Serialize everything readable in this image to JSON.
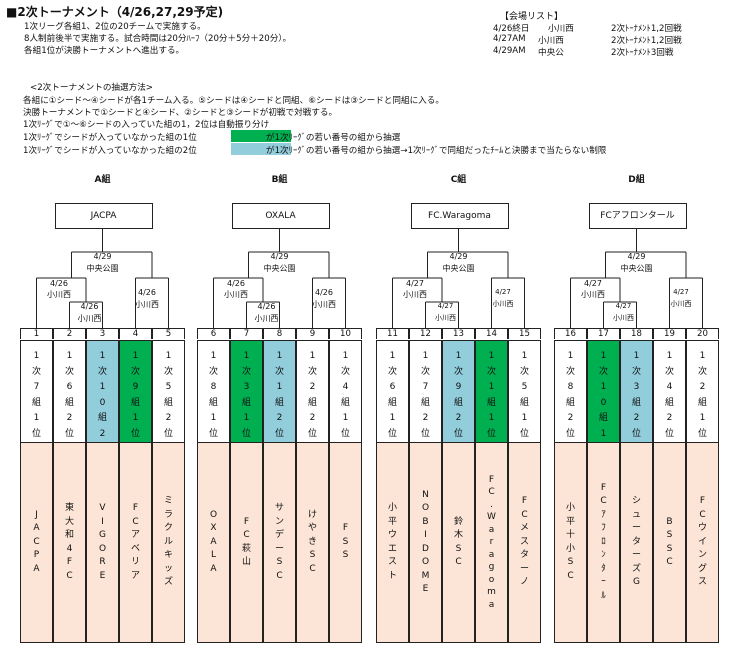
{
  "header": {
    "title": "■2次トーナメント（4/26,27,29予定)",
    "lines": [
      "1次リーグ各組1、2位の20チームで実施する。",
      "8人制前後半で実施する。試合時間は20分ﾊｰﾌ（20分＋5分＋20分）。",
      "各組1位が決勝トーナメントへ進出する。"
    ]
  },
  "venues": {
    "title": "【会場リスト】",
    "rows": [
      {
        "date": "4/26終日",
        "place": "小川西",
        "note": "2次ﾄｰﾅﾒﾝﾄ1,2回戦"
      },
      {
        "date": "4/27AM",
        "place": "小川西",
        "note": "2次ﾄｰﾅﾒﾝﾄ1,2回戦"
      },
      {
        "date": "4/29AM",
        "place": "中央公",
        "note": "2次ﾄｰﾅﾒﾝﾄ3回戦"
      }
    ]
  },
  "rules": {
    "title": "<2次トーナメントの抽選方法>",
    "lines": [
      "各組に①シード～④シードが各1チーム入る。⑤シードは④シードと同組、⑥シードは③シードと同組に入る。",
      "決勝トーナメントで①シードと④シード、②シードと③シードが初戦で対戦する。",
      "1次ﾘｰｸﾞで①～⑥シードの入っていた組の1，2位は自動振り分け"
    ],
    "legend": [
      {
        "label": "1次ﾘｰｸﾞでシードが入っていなかった組の1位",
        "text": "が1次ﾘｰｸﾞの若い番号の組から抽選",
        "color": "#00b050"
      },
      {
        "label": "1次ﾘｰｸﾞでシードが入っていなかった組の2位",
        "text": "が1次ﾘｰｸﾞの若い番号の組から抽選→1次ﾘｰｸﾞで同組だったﾁｰﾑと決勝まで当たらない制限",
        "color": "#92cddc"
      }
    ]
  },
  "groups": [
    {
      "name": "A組",
      "seed": "JACPA",
      "final": [
        "4/29",
        "中央公園"
      ],
      "semi_left": [
        "4/26",
        "小川西"
      ],
      "qf": [
        "4/26",
        "小川西"
      ],
      "semi_right": [
        "4/26",
        "小川西"
      ],
      "slots": [
        {
          "num": "1",
          "origin": "1次7組1位",
          "team": "JACPA",
          "color": ""
        },
        {
          "num": "2",
          "origin": "1次6組2位",
          "team": "東大和4FC",
          "color": ""
        },
        {
          "num": "3",
          "origin": "1次10組2位",
          "team": "VIGORE",
          "color": "blue"
        },
        {
          "num": "4",
          "origin": "1次9組1位",
          "team": "FCアベリア",
          "color": "green"
        },
        {
          "num": "5",
          "origin": "1次5組2位",
          "team": "ミラクルキッズ",
          "color": ""
        }
      ]
    },
    {
      "name": "B組",
      "seed": "OXALA",
      "final": [
        "4/29",
        "中央公園"
      ],
      "semi_left": [
        "4/26",
        "小川西"
      ],
      "qf": [
        "4/26",
        "小川西"
      ],
      "semi_right": [
        "4/26",
        "小川西"
      ],
      "slots": [
        {
          "num": "6",
          "origin": "1次8組1位",
          "team": "OXALA",
          "color": ""
        },
        {
          "num": "7",
          "origin": "1次3組1位",
          "team": "FC萩山",
          "color": "green"
        },
        {
          "num": "8",
          "origin": "1次1組2位",
          "team": "サンデーSC",
          "color": "blue"
        },
        {
          "num": "9",
          "origin": "1次2組2位",
          "team": "けやきSC",
          "color": ""
        },
        {
          "num": "10",
          "origin": "1次4組1位",
          "team": "FSS",
          "color": ""
        }
      ]
    },
    {
      "name": "C組",
      "seed": "FC.Waragoma",
      "final": [
        "4/29",
        "中央公園"
      ],
      "semi_left": [
        "4/27",
        "小川西"
      ],
      "qf": [
        "4/27",
        "小川西"
      ],
      "semi_right": [
        "4/27",
        "小川西"
      ],
      "slots": [
        {
          "num": "11",
          "origin": "1次6組1位",
          "team": "小平ウエスト",
          "color": ""
        },
        {
          "num": "12",
          "origin": "1次7組2位",
          "team": "NOBIDOME",
          "color": ""
        },
        {
          "num": "13",
          "origin": "1次9組2位",
          "team": "鈴木SC",
          "color": "blue"
        },
        {
          "num": "14",
          "origin": "1次1組1位",
          "team": "FC.Waragoma",
          "color": "green"
        },
        {
          "num": "15",
          "origin": "1次5組1位",
          "team": "FCメスターノ",
          "color": ""
        }
      ]
    },
    {
      "name": "D組",
      "seed": "FCアフロンタール",
      "final": [
        "4/29",
        "中央公園"
      ],
      "semi_left": [
        "4/27",
        "小川西"
      ],
      "qf": [
        "4/27",
        "小川西"
      ],
      "semi_right": [
        "4/27",
        "小川西"
      ],
      "slots": [
        {
          "num": "16",
          "origin": "1次8組2位",
          "team": "小平十小SC",
          "color": ""
        },
        {
          "num": "17",
          "origin": "1次10組1位",
          "team": "FCｱﾌﾛﾝﾀｰﾙ",
          "color": "green"
        },
        {
          "num": "18",
          "origin": "1次3組2位",
          "team": "シューターズG",
          "color": "blue"
        },
        {
          "num": "19",
          "origin": "1次4組2位",
          "team": "BSSC",
          "color": ""
        },
        {
          "num": "20",
          "origin": "1次2組1位",
          "team": "FCウイングス",
          "color": ""
        }
      ]
    }
  ]
}
